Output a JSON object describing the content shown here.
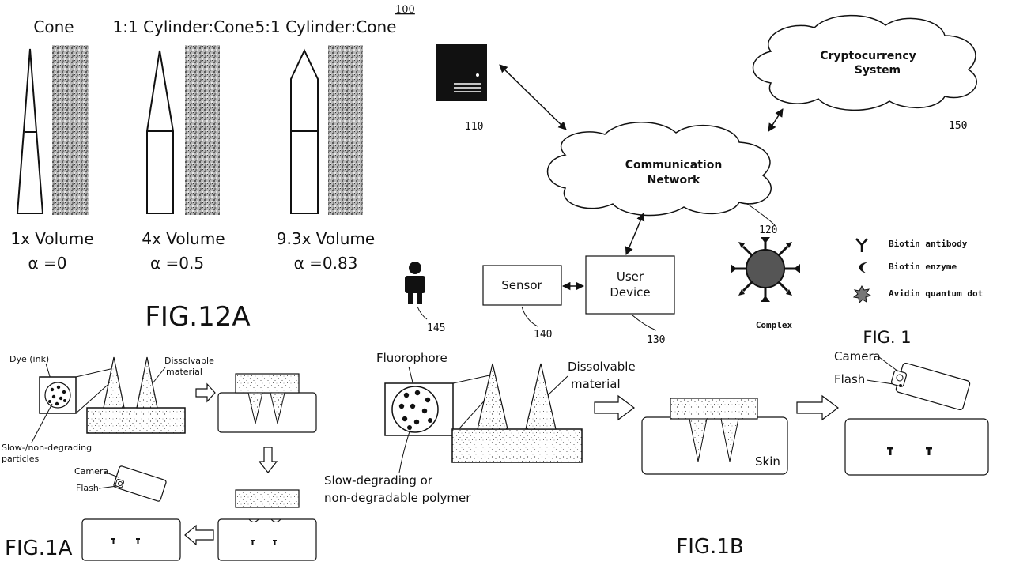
{
  "fig12a": {
    "col1_title": "Cone",
    "col2_title": "1:1 Cylinder:Cone",
    "col3_title": "5:1 Cylinder:Cone",
    "col1_volume": "1x Volume",
    "col2_volume": "4x Volume",
    "col3_volume": "9.3x Volume",
    "col1_alpha": "α =0",
    "col2_alpha": "α =0.5",
    "col3_alpha": "α =0.83",
    "label": "FIG.12A"
  },
  "fig1": {
    "ref_number": "100",
    "server_ref": "110",
    "network_line1": "Communication",
    "network_line2": "Network",
    "network_ref": "120",
    "crypto_line1": "Cryptocurrency",
    "crypto_line2": "System",
    "crypto_ref": "150",
    "sensor": "Sensor",
    "sensor_ref": "140",
    "device_line1": "User",
    "device_line2": "Device",
    "device_ref": "130",
    "person_ref": "145",
    "complex_label": "Complex",
    "legend": [
      "Biotin antibody",
      "Biotin enzyme",
      "Avidin quantum dot"
    ],
    "label": "FIG. 1"
  },
  "fig1a": {
    "dye": "Dye (ink)",
    "dissolvable_line1": "Dissolvable",
    "dissolvable_line2": "material",
    "particles_line1": "Slow-/non-degrading",
    "particles_line2": "particles",
    "camera": "Camera",
    "flash": "Flash",
    "label": "FIG.1A"
  },
  "fig1b": {
    "fluorophore": "Fluorophore",
    "dissolvable_line1": "Dissolvable",
    "dissolvable_line2": "material",
    "polymer_line1": "Slow-degrading or",
    "polymer_line2": "non-degradable polymer",
    "skin": "Skin",
    "camera": "Camera",
    "flash": "Flash",
    "label": "FIG.1B"
  }
}
